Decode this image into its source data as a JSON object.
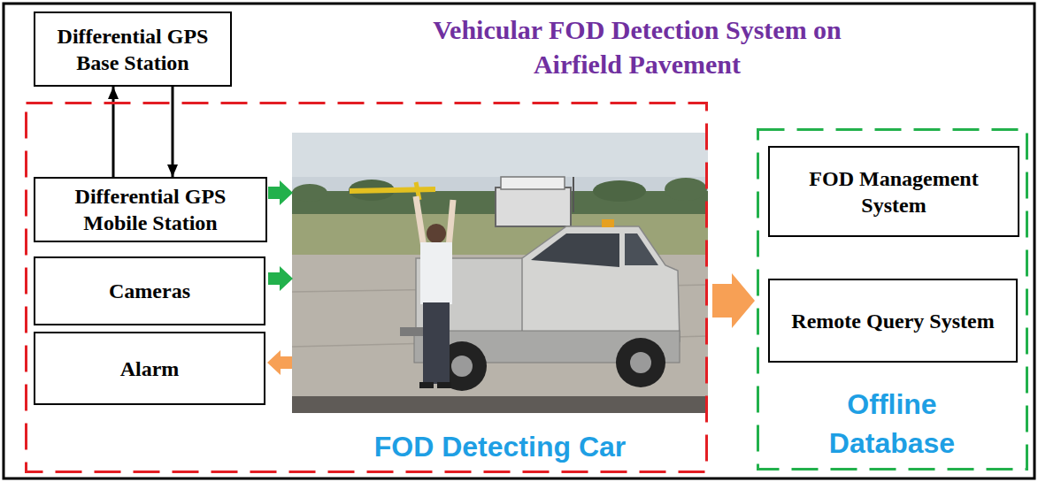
{
  "diagram": {
    "title": "Vehicular FOD Detection System on Airfield Pavement",
    "nodes": [
      {
        "text": [
          "Differential GPS Base Station"
        ]
      },
      {
        "text": [
          "FOD Detecting Car"
        ]
      },
      {
        "text": [
          "Differential GPS Mobile Station"
        ],
        "in": 1
      },
      {
        "text": [
          "Cameras"
        ],
        "in": 1
      },
      {
        "text": [
          "Alarm"
        ],
        "in": 1
      },
      {
        "text": [
          "Offline Database"
        ]
      },
      {
        "text": [
          "FOD Management System"
        ],
        "in": 5
      },
      {
        "text": [
          "Remote Query System"
        ],
        "in": 5
      }
    ],
    "edges": [
      {
        "from": 2,
        "to": 0,
        "arrow": "to"
      },
      {
        "from": 0,
        "to": 2,
        "arrow": "to"
      },
      {
        "from": 1,
        "to": 5,
        "arrow": "to"
      }
    ]
  }
}
